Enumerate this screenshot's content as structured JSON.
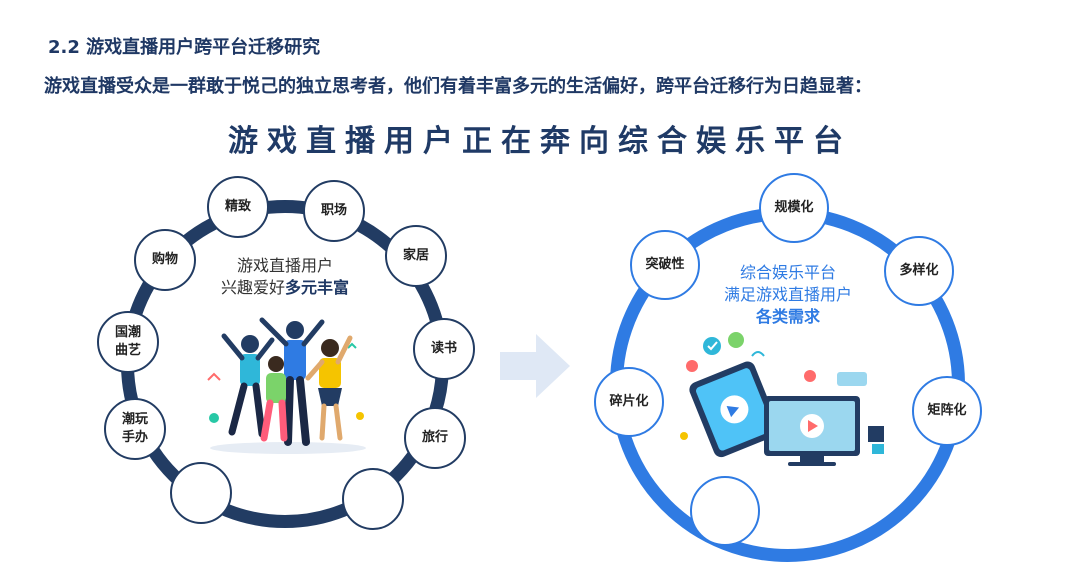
{
  "section_title": "2.2 游戏直播用户跨平台迁移研究",
  "intro": "游戏直播受众是一群敢于悦己的独立思考者，他们有着丰富多元的生活偏好，跨平台迁移行为日趋显著：",
  "headline": "游戏直播用户正在奔向综合娱乐平台",
  "left_diagram": {
    "center_line1": "游戏直播用户",
    "center_line2_prefix": "兴趣爱好",
    "center_line2_emphasis": "多元丰富",
    "bubbles": [
      "精致",
      "职场",
      "家居",
      "读书",
      "旅行",
      "购物",
      "国潮",
      "曲艺",
      "潮玩",
      "手办"
    ]
  },
  "right_diagram": {
    "center_line1": "综合娱乐平台",
    "center_line2": "满足游戏直播用户",
    "center_line3": "各类需求",
    "bubbles": [
      "规模化",
      "多样化",
      "矩阵化",
      "突破性",
      "碎片化"
    ]
  },
  "colors": {
    "dark_navy": "#223c63",
    "accent_blue": "#2f7be3",
    "title_navy": "#1f3864"
  }
}
